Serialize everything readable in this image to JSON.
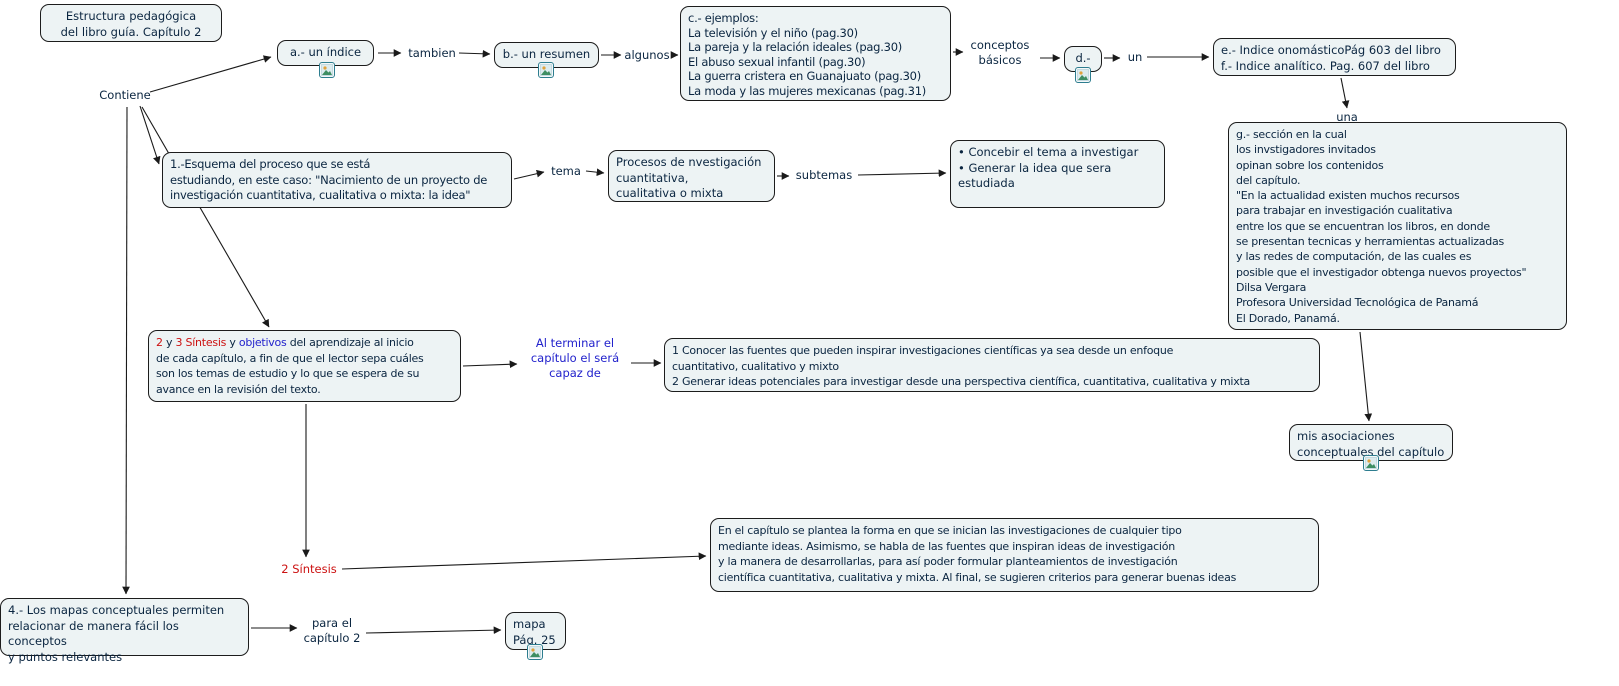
{
  "colors": {
    "node_fill": "#edf3f4",
    "node_border": "#1c1c1c",
    "text": "#0a2540",
    "red": "#cc1111",
    "blue": "#2222cc",
    "edge": "#1a1a1a"
  },
  "nodes": {
    "root": {
      "label": "Estructura pedagógica\ndel libro guía. Capítulo 2"
    },
    "a": {
      "label": "a.- un índice",
      "icon": "image-resource-icon"
    },
    "b": {
      "label": "b.- un resumen",
      "icon": "image-resource-icon"
    },
    "c": {
      "label": "c.- ejemplos:\nLa televisión y el niño (pag.30)\nLa pareja y la relación ideales (pag.30)\nEl abuso sexual infantil (pag.30)\nLa guerra cristera en Guanajuato (pag.30)\nLa moda y las mujeres mexicanas (pag.31)"
    },
    "d": {
      "label": "d.-",
      "icon": "image-resource-icon"
    },
    "ef": {
      "label": "e.- Indice onomásticoPág 603 del libro\nf.- Indice analítico. Pag. 607 del libro"
    },
    "g": {
      "label": "g.- sección en la cual\nlos invstigadores invitados\nopinan sobre los contenidos\ndel capítulo.\n\"En la actualidad existen muchos recursos\npara trabajar en investigación cualitativa\nentre los que se encuentran los libros, en donde\nse presentan tecnicas y herramientas actualizadas\ny las redes de computación, de las cuales es\nposible que el investigador obtenga nuevos proyectos\"\nDilsa Vergara\nProfesora Universidad Tecnológica de Panamá\nEl Dorado, Panamá."
    },
    "mis_asociaciones": {
      "label": "mis asociaciones\nconceptuales del capítulo",
      "icon": "image-resource-icon"
    },
    "esquema": {
      "label": "1.-Esquema del proceso que se está\nestudiando, en este caso: \"Nacimiento de un proyecto de\ninvestigación cuantitativa, cualitativa o mixta: la idea\""
    },
    "procesos": {
      "label": "Procesos de nvestigación\ncuantitativa,\ncualitativa o mixta"
    },
    "concebir": {
      "label": "• Concebir el tema a investigar\n• Generar la idea que sera\nestudiada"
    },
    "sintesis_objetivos": {
      "seg_num2": "2",
      "seg_y1": " y ",
      "seg_num3": "3",
      "seg_sintesis": " Síntesis",
      "seg_y2": " y ",
      "seg_objetivos": "objetivos",
      "seg_rest": " del aprendizaje al inicio\nde cada capítulo, a fin de que el lector sepa cuáles\nson los temas de estudio y lo que se espera de su\navance en la revisión del texto."
    },
    "objetivos_lista": {
      "label": "1 Conocer las fuentes que pueden inspirar investigaciones científicas ya sea desde un enfoque\ncuantitativo, cualitativo y mixto\n2 Generar ideas potenciales para investigar desde una perspectiva científica, cuantitativa, cualitativa y mixta"
    },
    "resumen_capitulo": {
      "label": "En el capítulo se plantea la forma en que se inician las investigaciones de cualquier tipo\nmediante ideas. Asimismo, se habla de las fuentes que inspiran ideas de investigación\ny la manera de desarrollarlas, para así poder formular planteamientos de investigación\ncientífica cuantitativa, cualitativa y mixta. Al final, se sugieren criterios para generar buenas ideas"
    },
    "mapas_conceptuales": {
      "label": "4.- Los mapas conceptuales permiten\nrelacionar de manera fácil los conceptos\ny puntos relevantes"
    },
    "mapa": {
      "label": "mapa\nPág. 25",
      "icon": "image-resource-icon"
    }
  },
  "links": {
    "contiene": "Contiene",
    "tambien": "tambien",
    "algunos": "algunos",
    "conceptos_basicos": "conceptos\nbásicos",
    "un": "un",
    "una": "una",
    "tema": "tema",
    "subtemas": "subtemas",
    "al_terminar": "Al terminar el\ncapítulo el será\ncapaz de",
    "sintesis2": "2 Síntesis",
    "para_el_capitulo": "para el\ncapítulo 2"
  },
  "resource_icon_nodes": [
    "a",
    "b",
    "d",
    "mis_asociaciones",
    "mapa"
  ],
  "edges": [
    {
      "from": "contiene",
      "to": "a"
    },
    {
      "from": "a",
      "to": "tambien"
    },
    {
      "from": "tambien",
      "to": "b"
    },
    {
      "from": "b",
      "to": "algunos"
    },
    {
      "from": "algunos",
      "to": "c"
    },
    {
      "from": "c",
      "to": "conceptos_basicos"
    },
    {
      "from": "conceptos_basicos",
      "to": "d"
    },
    {
      "from": "d",
      "to": "un"
    },
    {
      "from": "un",
      "to": "ef"
    },
    {
      "from": "ef",
      "to": "g",
      "label": "una"
    },
    {
      "from": "g",
      "to": "mis_asociaciones"
    },
    {
      "from": "contiene",
      "to": "esquema"
    },
    {
      "from": "esquema",
      "to": "tema"
    },
    {
      "from": "tema",
      "to": "procesos"
    },
    {
      "from": "procesos",
      "to": "subtemas"
    },
    {
      "from": "subtemas",
      "to": "concebir"
    },
    {
      "from": "contiene",
      "to": "sintesis_objetivos"
    },
    {
      "from": "sintesis_objetivos",
      "to": "al_terminar"
    },
    {
      "from": "al_terminar",
      "to": "objetivos_lista"
    },
    {
      "from": "sintesis_objetivos",
      "to": "sintesis2"
    },
    {
      "from": "sintesis2",
      "to": "resumen_capitulo"
    },
    {
      "from": "contiene",
      "to": "mapas_conceptuales"
    },
    {
      "from": "mapas_conceptuales",
      "to": "para_el_capitulo"
    },
    {
      "from": "para_el_capitulo",
      "to": "mapa"
    }
  ]
}
